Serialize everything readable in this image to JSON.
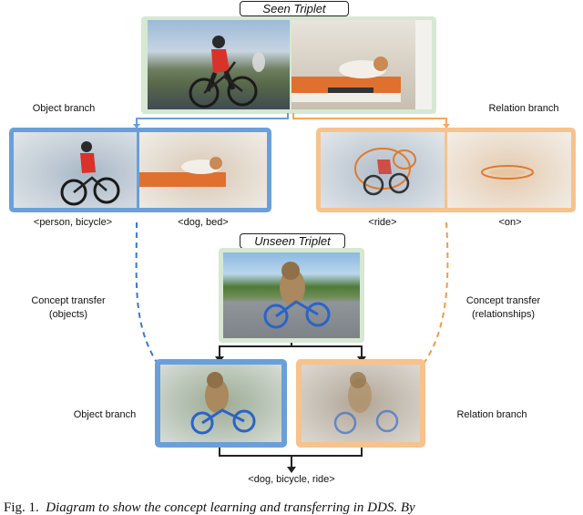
{
  "titles": {
    "seen": "Seen Triplet",
    "unseen": "Unseen Triplet"
  },
  "branches": {
    "object_top": "Object branch",
    "relation_top": "Relation branch",
    "object_bottom": "Object branch",
    "relation_bottom": "Relation branch"
  },
  "pair_labels": {
    "person_bicycle": "<person, bicycle>",
    "dog_bed": "<dog, bed>",
    "ride": "<ride>",
    "on": "<on>"
  },
  "transfer": {
    "objects_line1": "Concept transfer",
    "objects_line2": "(objects)",
    "relations_line1": "Concept transfer",
    "relations_line2": "(relationships)"
  },
  "result": "<dog, bicycle, ride>",
  "caption": {
    "prefix": "Fig. 1.",
    "text": "Diagram to show the concept learning and transferring in DDS. By"
  },
  "colors": {
    "object_accent": "#6a9fd9",
    "relation_accent": "#f6c28d",
    "seen_frame": "#d6e8d2",
    "transfer_object_arrow": "#3a78c9",
    "transfer_relation_arrow": "#f29a45"
  }
}
